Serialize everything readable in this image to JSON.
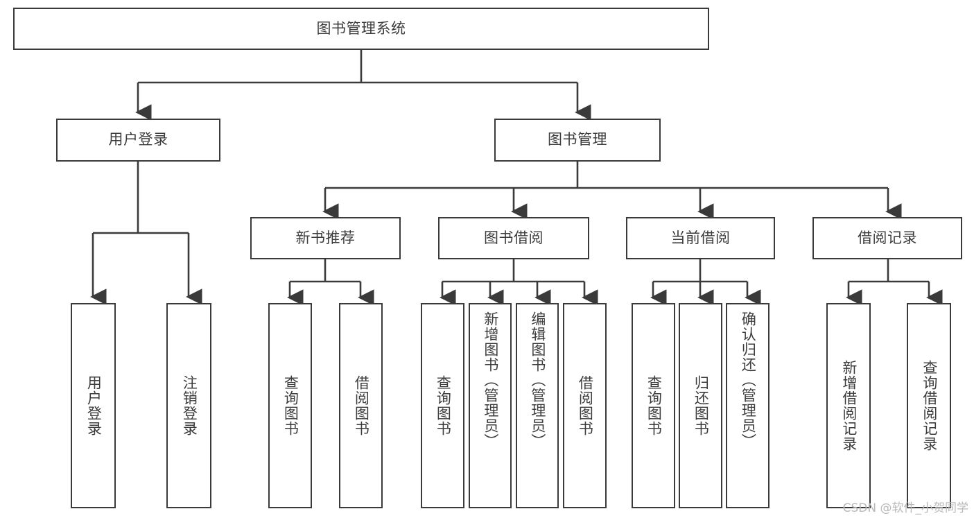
{
  "diagram": {
    "title": "图书管理系统",
    "type": "tree-hierarchy",
    "orientation": "top-down",
    "style": {
      "box_border_color": "#3a3a3a",
      "box_fill_color": "#ffffff",
      "text_color": "#3c3c3c",
      "connector_color": "#3a3a3a",
      "background_color": "#ffffff"
    },
    "levels": [
      {
        "level": 0,
        "nodes": [
          {
            "id": "root",
            "label": "图书管理系统"
          }
        ]
      },
      {
        "level": 1,
        "nodes": [
          {
            "id": "login",
            "label": "用户登录",
            "parent": "root"
          },
          {
            "id": "bookmgmt",
            "label": "图书管理",
            "parent": "root"
          }
        ]
      },
      {
        "level": 2,
        "nodes": [
          {
            "id": "newbook",
            "label": "新书推荐",
            "parent": "bookmgmt"
          },
          {
            "id": "borrow",
            "label": "图书借阅",
            "parent": "bookmgmt"
          },
          {
            "id": "current",
            "label": "当前借阅",
            "parent": "bookmgmt"
          },
          {
            "id": "records",
            "label": "借阅记录",
            "parent": "bookmgmt"
          }
        ]
      },
      {
        "level": 3,
        "nodes": [
          {
            "id": "l1",
            "label": "用户登录",
            "parent": "login"
          },
          {
            "id": "l2",
            "label": "注销登录",
            "parent": "login"
          },
          {
            "id": "l3",
            "label": "查询图书",
            "parent": "newbook"
          },
          {
            "id": "l4",
            "label": "借阅图书",
            "parent": "newbook"
          },
          {
            "id": "l5",
            "label": "查询图书",
            "parent": "borrow"
          },
          {
            "id": "l6",
            "label": "新增图书（管理员）",
            "parent": "borrow"
          },
          {
            "id": "l7",
            "label": "编辑图书（管理员）",
            "parent": "borrow"
          },
          {
            "id": "l8",
            "label": "借阅图书",
            "parent": "borrow"
          },
          {
            "id": "l9",
            "label": "查询图书",
            "parent": "current"
          },
          {
            "id": "l10",
            "label": "归还图书",
            "parent": "current"
          },
          {
            "id": "l11",
            "label": "确认归还（管理员）",
            "parent": "current"
          },
          {
            "id": "l12",
            "label": "新增借阅记录",
            "parent": "records"
          },
          {
            "id": "l13",
            "label": "查询借阅记录",
            "parent": "records"
          }
        ]
      }
    ]
  },
  "watermark": {
    "text": "CSDN @软件_小贺同学"
  }
}
